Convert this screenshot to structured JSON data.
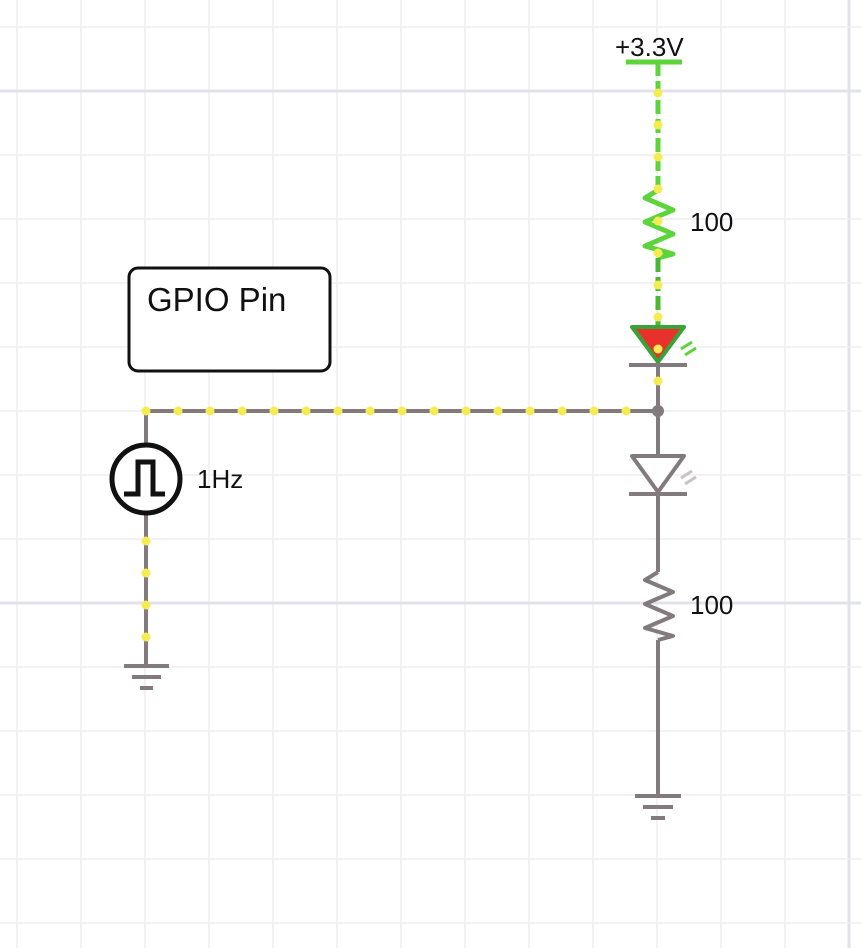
{
  "labels": {
    "supply": "+3.3V",
    "resistor_top": "100",
    "resistor_bottom": "100",
    "source_freq": "1Hz",
    "text_box": "GPIO Pin"
  },
  "colors": {
    "grid_minor": "#eeeef4",
    "grid_major": "#e2e2ec",
    "wire_gray": "#827a7c",
    "wire_green": "#5cd43a",
    "wire_green_dark": "#3fa82c",
    "current_dot": "#f5ec52",
    "led_red": "#e8312a",
    "led_outline_green": "#39a33a",
    "label_text": "#111111"
  },
  "icons": {
    "source": "square-wave-source-icon",
    "ground": "ground-icon",
    "led": "led-icon",
    "resistor": "resistor-icon"
  }
}
